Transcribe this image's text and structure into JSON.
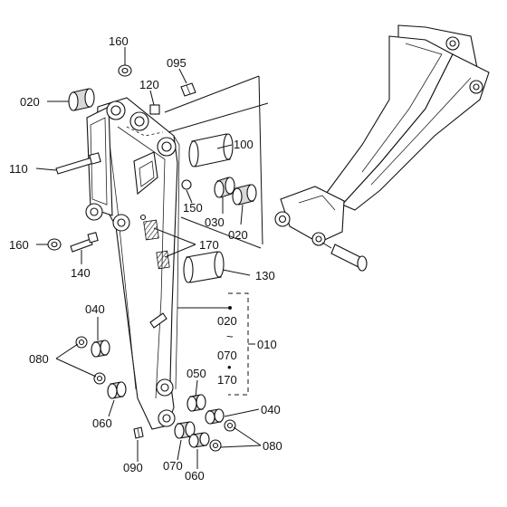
{
  "callouts": {
    "c160_top": "160",
    "c095": "095",
    "c120": "120",
    "c020_left": "020",
    "c100": "100",
    "c110": "110",
    "c150": "150",
    "c030": "030",
    "c020_right": "020",
    "c160_left": "160",
    "c170": "170",
    "c140": "140",
    "c130": "130",
    "c040_left": "040",
    "c010": "010",
    "c080_left": "080",
    "c050": "050",
    "c040_right": "040",
    "c060_left": "060",
    "c080_right": "080",
    "c090": "090",
    "c070": "070",
    "c060_right": "060"
  },
  "range": {
    "start": "020",
    "tilde": "~",
    "mid": "070",
    "dot": "•",
    "end": "170"
  }
}
